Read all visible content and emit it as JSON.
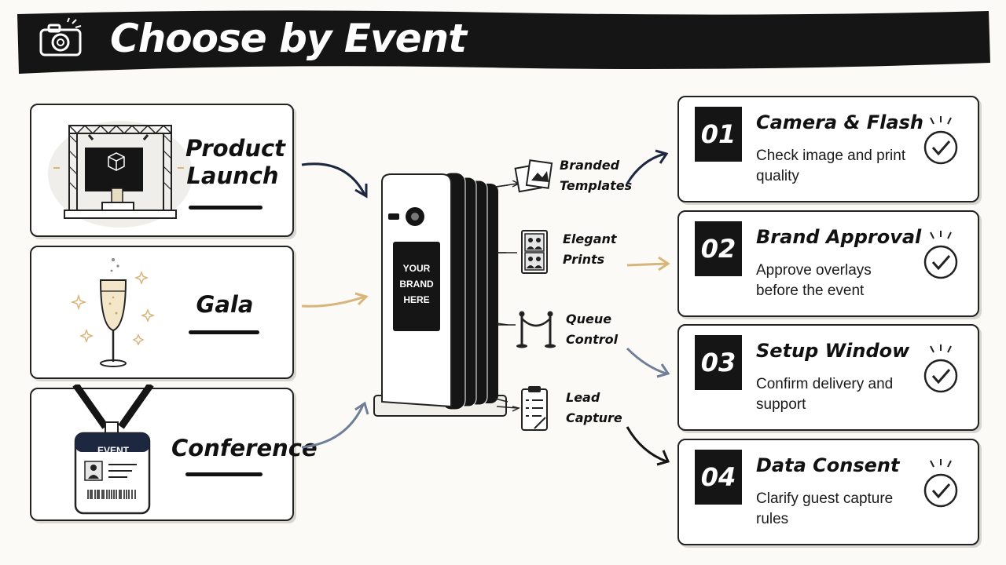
{
  "title": "Choose by Event",
  "events": [
    {
      "label": "Product Launch"
    },
    {
      "label": "Gala"
    },
    {
      "label": "Conference"
    }
  ],
  "badge_text": "EVENT",
  "booth": {
    "screen_lines": [
      "YOUR",
      "BRAND",
      "HERE"
    ]
  },
  "features": [
    {
      "lines": [
        "Branded",
        "Templates"
      ],
      "icon": "photos-icon"
    },
    {
      "lines": [
        "Elegant",
        "Prints"
      ],
      "icon": "photo-strip-icon"
    },
    {
      "lines": [
        "Queue",
        "Control"
      ],
      "icon": "stanchion-icon"
    },
    {
      "lines": [
        "Lead",
        "Capture"
      ],
      "icon": "clipboard-icon"
    }
  ],
  "steps": [
    {
      "num": "01",
      "title": "Camera & Flash",
      "desc": "Check image and print quality"
    },
    {
      "num": "02",
      "title": "Brand Approval",
      "desc": "Approve overlays before the event"
    },
    {
      "num": "03",
      "title": "Setup Window",
      "desc": "Confirm delivery and support"
    },
    {
      "num": "04",
      "title": "Data Consent",
      "desc": "Clarify guest capture rules"
    }
  ],
  "colors": {
    "ink": "#111111",
    "gold": "#d9b57a",
    "slate": "#6f7f99",
    "navy": "#1d2840",
    "paper": "#fbfaf7"
  }
}
